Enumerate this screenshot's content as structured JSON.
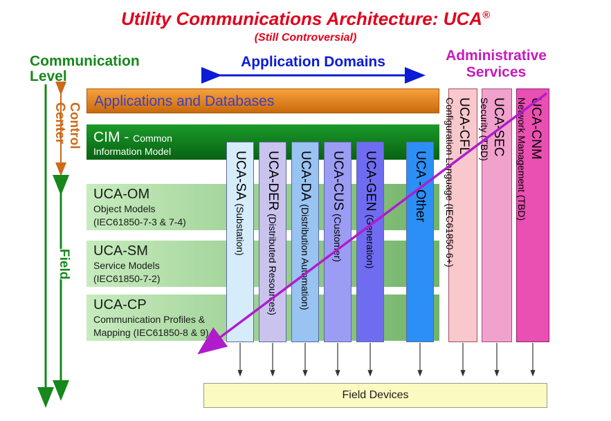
{
  "title": "Utility Communications Architecture: UCA",
  "title_mark": "®",
  "subtitle": "(Still Controversial)",
  "communication_level": [
    "Communication",
    "Level"
  ],
  "application_domains": "Application Domains",
  "administrative_services": [
    "Administrative",
    "Services"
  ],
  "control_center": [
    "Control",
    "Center"
  ],
  "field": "Field",
  "bands": {
    "apps": "Applications and Databases",
    "cim": {
      "title": "CIM - ",
      "desc_a": "Common",
      "desc_b": "Information Model"
    },
    "om": {
      "title": "UCA-OM",
      "line1": "Object Models",
      "line2": "(IEC61850-7-3 & 7-4)"
    },
    "sm": {
      "title": "UCA-SM",
      "line1": "Service Models",
      "line2": "(IEC61850-7-2)"
    },
    "cp": {
      "title": "UCA-CP",
      "line1": "Communication Profiles &",
      "line2": "Mapping (IEC61850-8 & 9)"
    }
  },
  "domains": [
    {
      "title": "UCA-SA",
      "desc": "(Substation)",
      "color": "#d6ecfb"
    },
    {
      "title": "UCA-DER",
      "desc": "(Distributed Resources)",
      "color": "#c9c3ee"
    },
    {
      "title": "UCA-DA",
      "desc": "(Distribution Automation)",
      "color": "#99c3f1"
    },
    {
      "title": "UCA-CUS",
      "desc": "(Customer)",
      "color": "#9b9df4"
    },
    {
      "title": "UCA-GEN",
      "desc": "(Generation)",
      "color": "#6f6cf2"
    },
    {
      "title": "UCA - Other",
      "desc": "",
      "color": "#2b8ff5"
    }
  ],
  "admin_columns": [
    {
      "title": "UCA-CFL",
      "desc": "Configuration Language (IEC61850-6+)",
      "color": "#f8c8cc"
    },
    {
      "title": "UCA-SEC",
      "desc": "Security (TBD)",
      "color": "#f0a1cc"
    },
    {
      "title": "UCA-CNM",
      "desc": "Network Management (TBD)",
      "color": "#ea4fb2"
    }
  ],
  "field_devices": "Field Devices",
  "colors": {
    "title": "#e0001b",
    "comm_level": "#16881c",
    "domains": "#0b1bd6",
    "admin": "#c51bbd",
    "control_center": "#cc6a1a",
    "diagonal": "#b01ccc"
  }
}
